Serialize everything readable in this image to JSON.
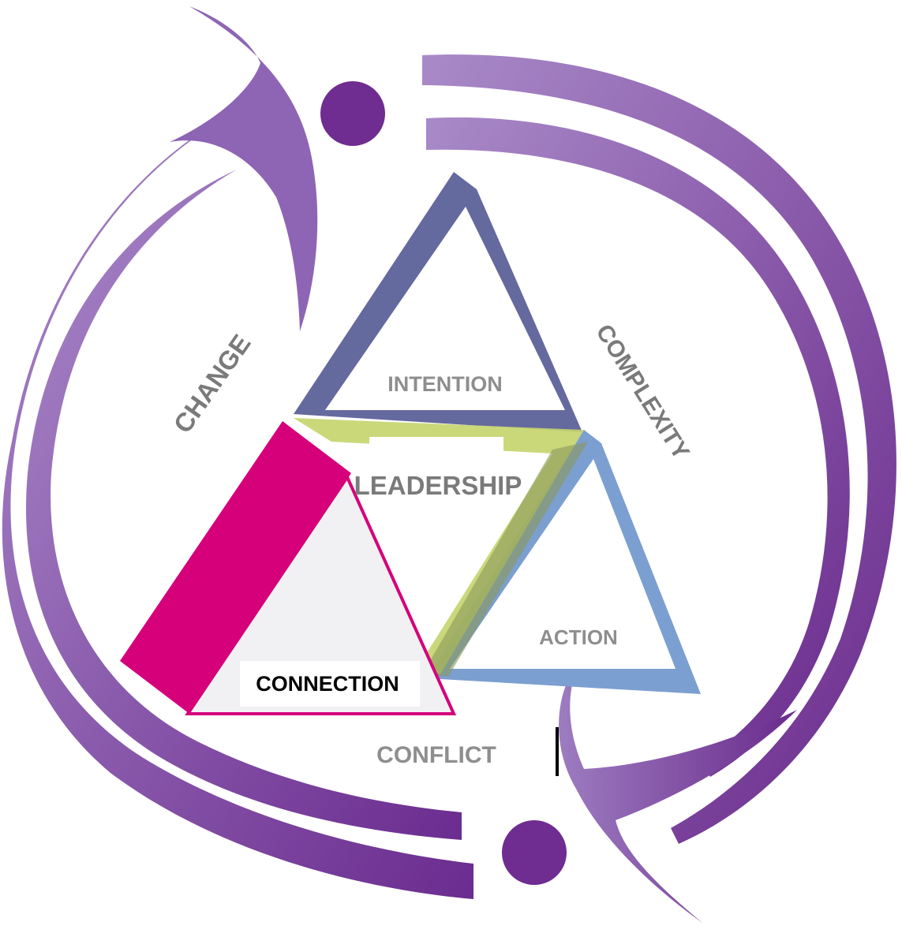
{
  "diagram": {
    "outer_labels": {
      "change": "CHANGE",
      "complexity": "COMPLEXITY",
      "conflict": "CONFLICT"
    },
    "inner_labels": {
      "intention": "INTENTION",
      "leadership": "LEADERSHIP",
      "action": "ACTION",
      "connection": "CONNECTION"
    },
    "colors": {
      "swoosh_light": "#a07cc0",
      "swoosh_dark": "#6a2a8c",
      "figure_head": "#6f2c91",
      "intention_triangle": "#6b6fa8",
      "action_triangle": "#7b9fd0",
      "leadership_triangle": "#c8d672",
      "connection_triangle": "#d5007a",
      "connection_fill": "#f0f0f3",
      "label_gray": "#8e8e8e",
      "label_dark": "#7a7a7a",
      "label_black": "#000000"
    }
  }
}
